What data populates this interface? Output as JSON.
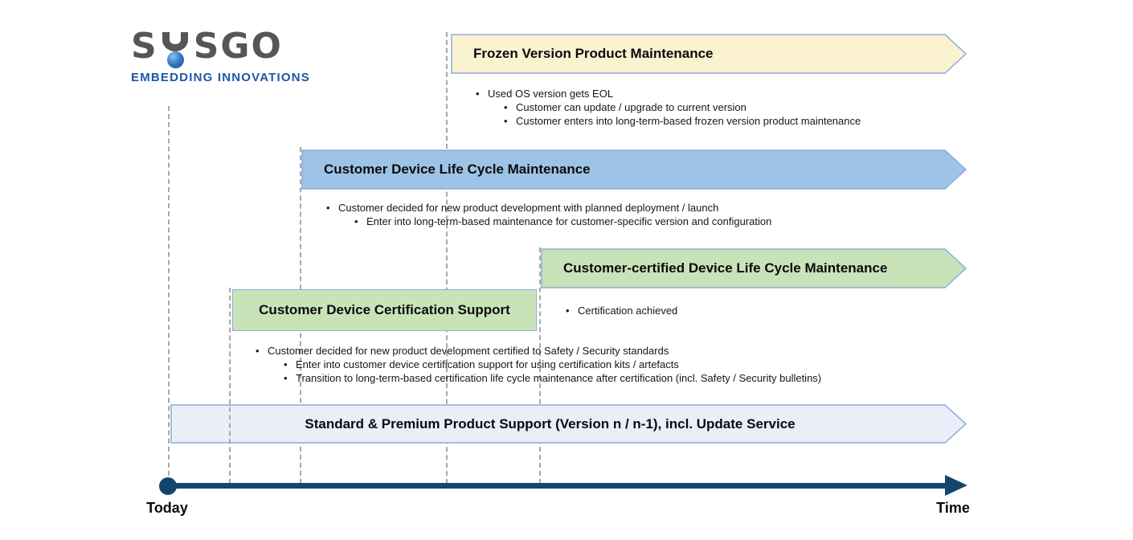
{
  "logo": {
    "wordmark": "SYSGO",
    "word_start": "S",
    "word_end": "SGO",
    "tagline": "EMBEDDING INNOVATIONS",
    "gray": "#55565A",
    "blue": "#2057A7"
  },
  "banners": {
    "frozen": {
      "title": "Frozen Version Product Maintenance",
      "fill": "#FBF2D0",
      "bullets": [
        {
          "level": 1,
          "text": "Used OS version gets EOL"
        },
        {
          "level": 2,
          "text": "Customer can update / upgrade to current version"
        },
        {
          "level": 2,
          "text": "Customer enters into long-term-based frozen version product maintenance"
        }
      ]
    },
    "device_lifecycle": {
      "title": "Customer Device Life Cycle Maintenance",
      "fill": "#9DC3E6",
      "bullets": [
        {
          "level": 1,
          "text": "Customer decided for new product development with planned deployment / launch"
        },
        {
          "level": 2,
          "text": "Enter into long-term-based maintenance for customer-specific version and configuration"
        }
      ]
    },
    "certified_lifecycle": {
      "title": "Customer-certified Device Life Cycle Maintenance",
      "fill": "#C9E3B8",
      "bullets": [
        {
          "level": 1,
          "text": "Certification achieved"
        }
      ]
    },
    "certification_support": {
      "title": "Customer Device Certification Support",
      "fill": "#C9E3B8",
      "bullets": [
        {
          "level": 1,
          "text": "Customer decided for new product development certified to Safety / Security standards"
        },
        {
          "level": 2,
          "text": "Enter into customer device certification support for using certification kits / artefacts"
        },
        {
          "level": 2,
          "text": "Transition to long-term-based certification life cycle maintenance after certification (incl. Safety / Security bulletins)"
        }
      ]
    },
    "standard_support": {
      "title": "Standard & Premium Product Support (Version n / n-1), incl. Update Service",
      "fill": "#E9EEF9"
    },
    "border_color": "#8FAADC"
  },
  "timeline": {
    "start_label": "Today",
    "end_label": "Time",
    "color": "#12466E",
    "dashed_line_color": "#A8A8A8"
  }
}
